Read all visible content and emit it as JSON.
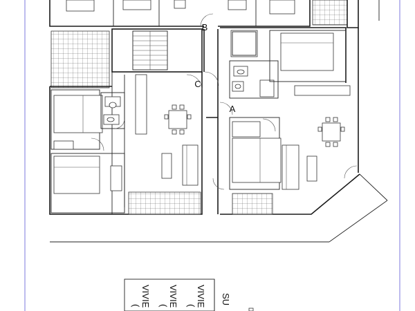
{
  "plan": {
    "door_labels": {
      "a": "A",
      "b": "B",
      "c": "C"
    },
    "legend_rows": {
      "row1": "VIVIE",
      "row1_sub": "(",
      "row2": "VIVIE",
      "row2_sub": "(",
      "row3": "VIVIE",
      "row3_sub": "(",
      "header": "SU"
    },
    "colors": {
      "frame": "#5a55d6",
      "lines": "#1a1a1a"
    }
  }
}
